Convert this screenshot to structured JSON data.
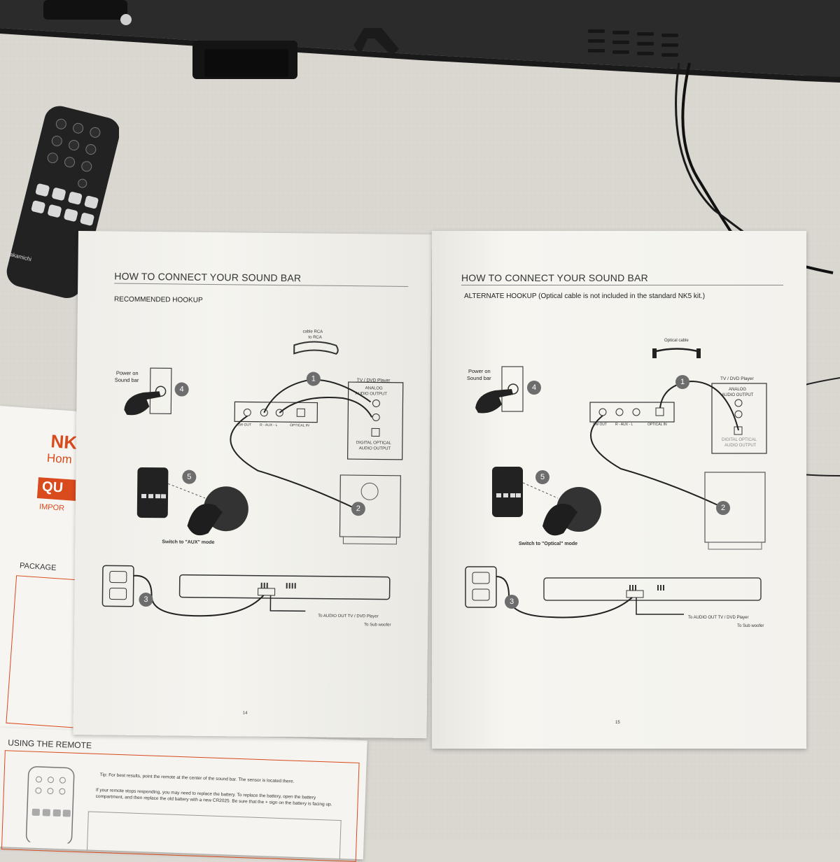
{
  "left_page": {
    "title": "HOW TO CONNECT YOUR SOUND BAR",
    "subtitle": "RECOMMENDED HOOKUP",
    "cable_label_1": "cable RCA",
    "cable_label_2": "to RCA",
    "power_label_1": "Power on",
    "power_label_2": "Sound bar",
    "tv_label": "TV / DVD Player",
    "analog_1": "ANALOG",
    "analog_2": "AUDIO OUTPUT",
    "digital_1": "DIGITAL OPTICAL",
    "digital_2": "AUDIO OUTPUT",
    "port_labels": [
      "SW OUT",
      "R - AUX - L",
      "OPTICAL IN"
    ],
    "switch_label": "Switch to \"AUX\" mode",
    "to_audio_out": "To AUDIO OUT  TV / DVD Player",
    "to_sub": "To Sub woofer",
    "steps": [
      "1",
      "2",
      "3",
      "4",
      "5"
    ],
    "page_number": "14"
  },
  "right_page": {
    "title": "HOW TO CONNECT YOUR SOUND BAR",
    "subtitle": "ALTERNATE HOOKUP (Optical cable is not included in the standard NK5 kit.)",
    "cable_label": "Optical cable",
    "power_label_1": "Power on",
    "power_label_2": "Sound bar",
    "tv_label": "TV / DVD Player",
    "analog_1": "ANALOG",
    "analog_2": "AUDIO OUTPUT",
    "digital_1": "DIGITAL OPTICAL",
    "digital_2": "AUDIO OUTPUT",
    "port_labels": [
      "SW OUT",
      "R - AUX - L",
      "OPTICAL IN"
    ],
    "switch_label": "Switch to \"Optical\" mode",
    "to_audio_out": "To AUDIO OUT  TV / DVD Player",
    "to_sub": "To Sub woofer",
    "steps": [
      "1",
      "2",
      "3",
      "4",
      "5"
    ],
    "page_number": "15"
  },
  "quick_sheet": {
    "brand_partial": "NK",
    "line2_partial": "Hom",
    "qu_partial": "QU",
    "impor_partial": "IMPOR",
    "package_partial": "PACKAGE"
  },
  "bottom_sheet": {
    "title": "USING THE REMOTE",
    "tip": "Tip: For best results, point the remote at the center of the sound bar. The sensor is located there.",
    "battery_text": "If your remote stops responding, you may need to replace the battery. To replace the battery, open the battery compartment, and then replace the old battery with a new CR2025. Be sure that the + sign on the battery is facing up."
  },
  "remote": {
    "brand": "Nakamichi"
  },
  "colors": {
    "background": "#dcd9d3",
    "paper": "#f4f3ee",
    "accent_orange": "#d94a1c",
    "step_badge": "#6d6d6d",
    "device_dark": "#2a2a2a"
  }
}
